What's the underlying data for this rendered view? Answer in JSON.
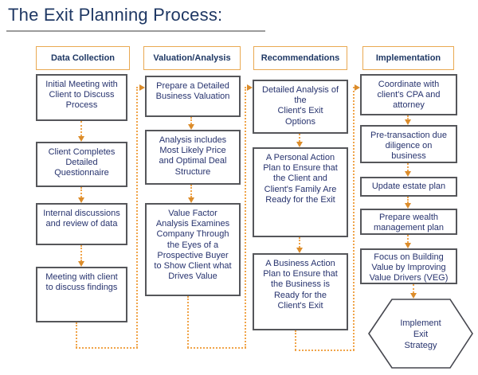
{
  "title": "The Exit Planning Process:",
  "colors": {
    "title_navy": "#1F3864",
    "box_text_navy": "#27336E",
    "header_border_orange": "#E9A952",
    "connector_orange": "#F0A449",
    "arrowhead_orange": "#DB8C2B",
    "box_border_gray": "#55565A",
    "underline_gray": "#9B9B9B",
    "background": "#FFFFFF"
  },
  "columns": [
    {
      "header": "Data Collection",
      "boxes": [
        "Initial Meeting with\nClient to Discuss\nProcess",
        "Client Completes\nDetailed\nQuestionnaire",
        "Internal discussions\nand review of data",
        "Meeting with client\nto discuss findings"
      ]
    },
    {
      "header": "Valuation/Analysis",
      "boxes": [
        "Prepare a Detailed\nBusiness Valuation",
        "Analysis includes\nMost Likely Price\nand Optimal Deal\nStructure",
        "Value Factor\nAnalysis Examines\nCompany Through\nthe Eyes of a\nProspective Buyer\nto Show Client what\nDrives Value"
      ]
    },
    {
      "header": "Recommendations",
      "boxes": [
        "Detailed Analysis of\nthe\nClient's Exit\nOptions",
        "A Personal Action\nPlan to Ensure that\nthe Client and\nClient's Family Are\nReady for the Exit",
        "A Business Action\nPlan to Ensure that\nthe Business is\nReady for the\nClient's Exit"
      ]
    },
    {
      "header": "Implementation",
      "boxes": [
        "Coordinate with\nclient's CPA and\nattorney",
        "Pre-transaction due\ndiligence on\nbusiness",
        "Update estate plan",
        "Prepare wealth\nmanagement plan",
        "Focus on Building\nValue by Improving\nValue Drivers (VEG)"
      ],
      "terminal": "Implement\nExit\nStrategy"
    }
  ]
}
